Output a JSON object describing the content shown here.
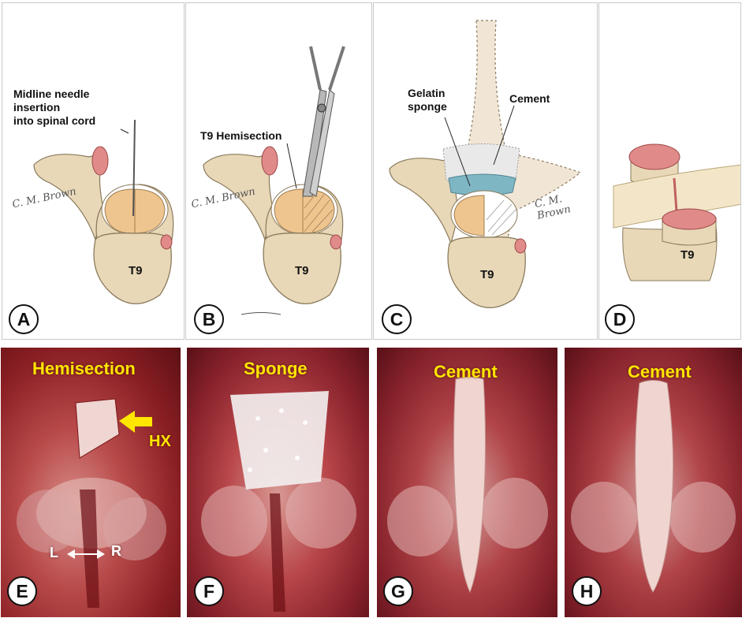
{
  "panels": {
    "A": {
      "letter": "A",
      "callout": [
        "Midline needle",
        "insertion",
        "into spinal cord"
      ],
      "vertebra": "T9",
      "signature": "C. M. Brown"
    },
    "B": {
      "letter": "B",
      "callout": "T9 Hemisection",
      "vertebra": "T9",
      "signature": "C. M. Brown"
    },
    "C": {
      "letter": "C",
      "callout_sponge": [
        "Gelatin",
        "sponge"
      ],
      "callout_cement": "Cement",
      "vertebra": "T9",
      "signature": "C. M. Brown"
    },
    "D": {
      "letter": "D",
      "vertebra": "T9"
    },
    "E": {
      "letter": "E",
      "title": "Hemisection",
      "arrow_label": "HX",
      "left": "L",
      "right": "R"
    },
    "F": {
      "letter": "F",
      "title": "Sponge"
    },
    "G": {
      "letter": "G",
      "title": "Cement"
    },
    "H": {
      "letter": "H",
      "title": "Cement"
    }
  },
  "colors": {
    "bone": "#e8d8b8",
    "bone_dark": "#c8b48e",
    "cord": "#efc58f",
    "marrow": "#e08a8a",
    "label_yellow": "#ffe600",
    "tissue_red": "#b3242a",
    "sponge_blue": "#7fb6c4"
  }
}
